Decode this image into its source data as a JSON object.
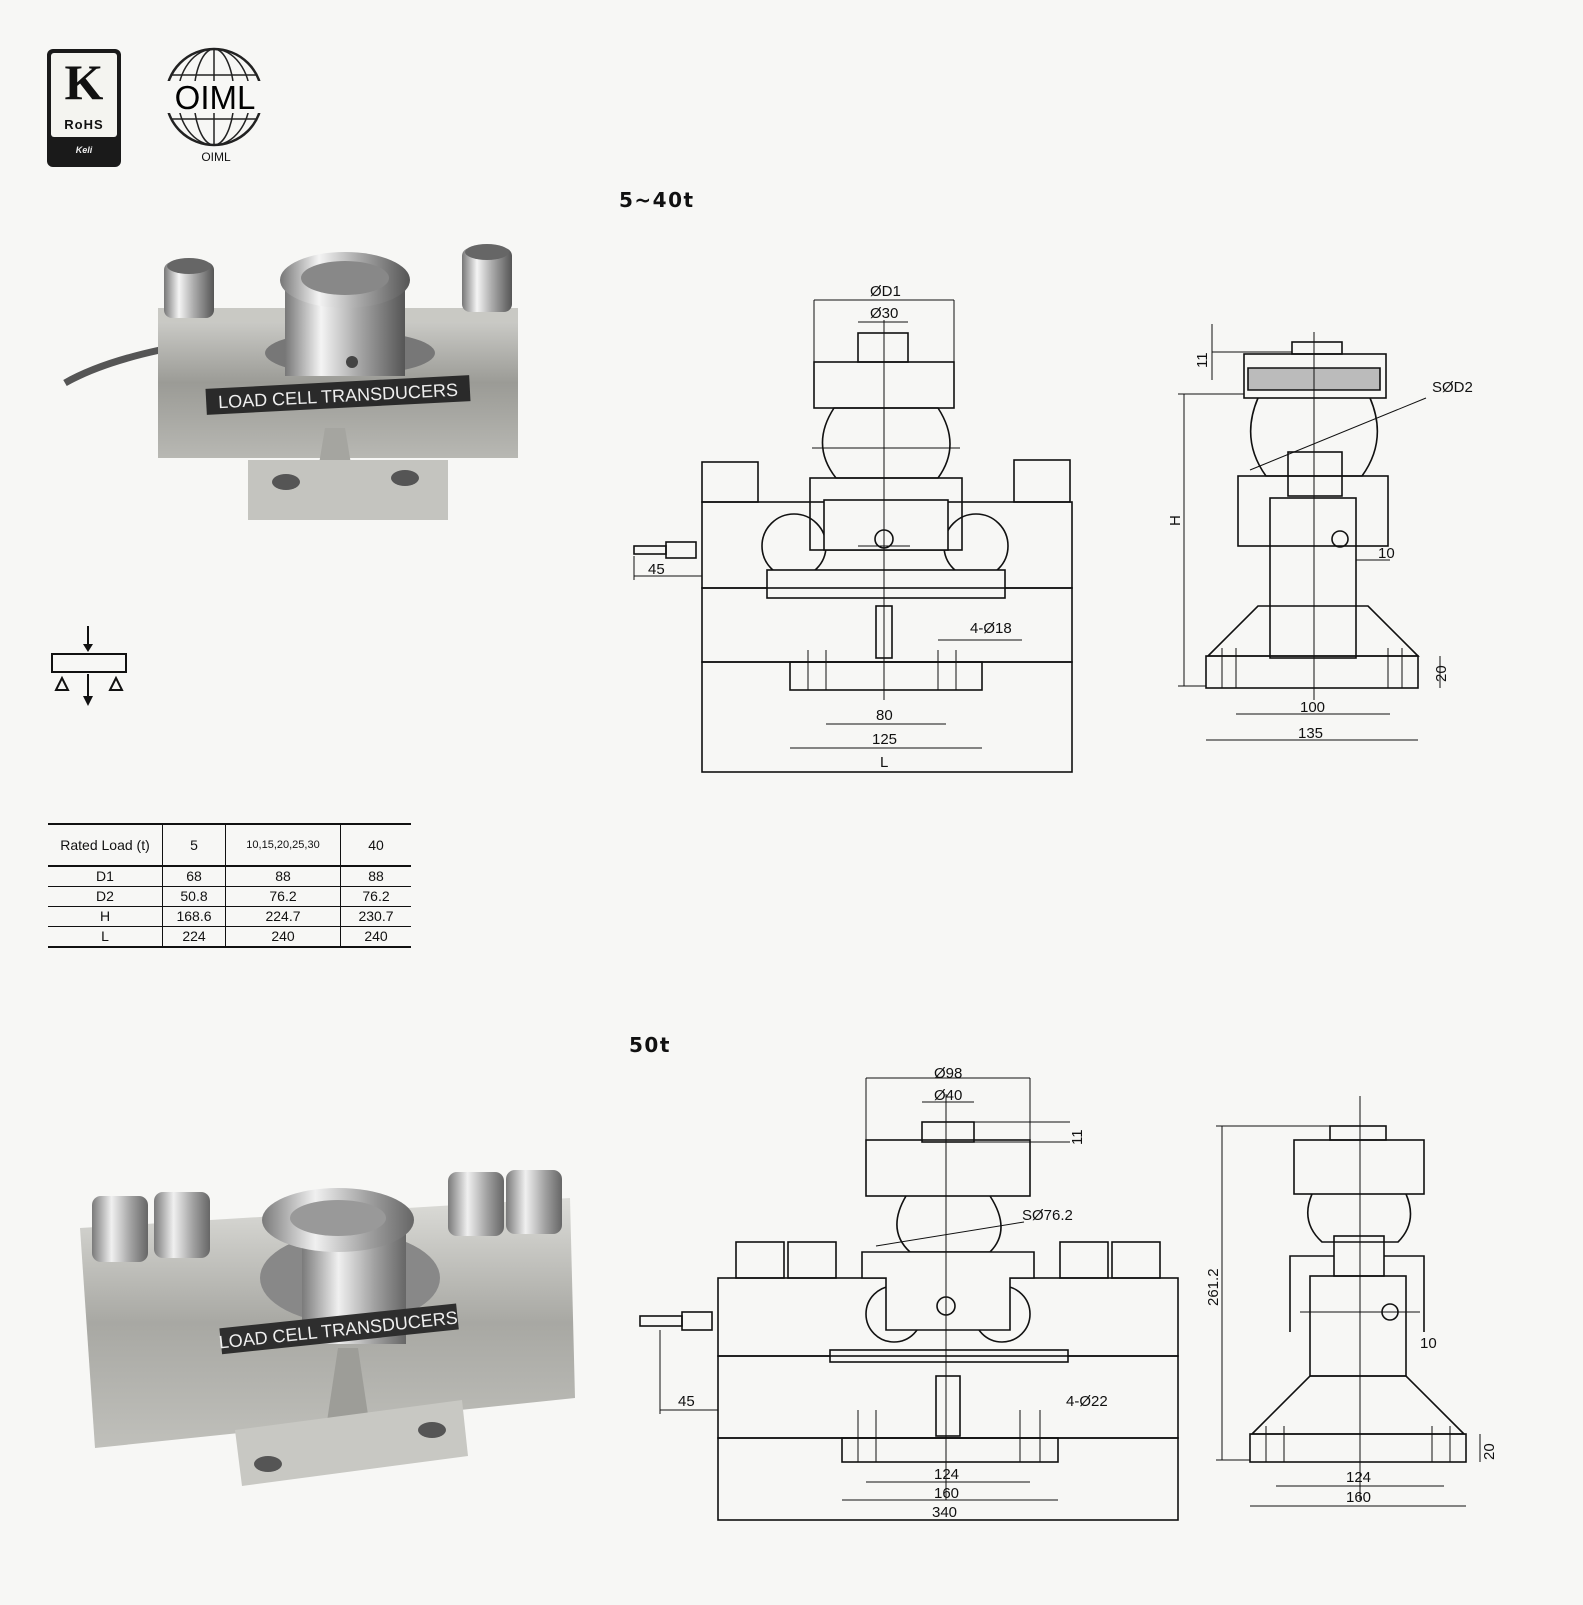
{
  "certifications": {
    "k_mark": {
      "letter": "K",
      "label": "RoHS",
      "brand": "Keli"
    },
    "oiml": {
      "logo_text": "OIML",
      "caption": "OIML"
    }
  },
  "product_photos": [
    {
      "label": "LOAD CELL TRANSDUCERS"
    },
    {
      "label": "LOAD CELL TRANSDUCERS"
    }
  ],
  "sections": [
    {
      "title": "5~40t",
      "dims": {
        "d1": "ØD1",
        "d30": "Ø30",
        "sd2": "SØD2",
        "d45": "45",
        "holes": "4-Ø18",
        "d80": "80",
        "d125": "125",
        "dl": "L",
        "d11": "11",
        "dh": "H",
        "d10": "10",
        "d20": "20",
        "d100": "100",
        "d135": "135"
      }
    },
    {
      "title": "50t",
      "dims": {
        "d98": "Ø98",
        "d40": "Ø40",
        "d11": "11",
        "sd76": "SØ76.2",
        "d45": "45",
        "holes": "4-Ø22",
        "d124": "124",
        "d160": "160",
        "d340": "340",
        "d261": "261.2",
        "d10": "10",
        "d20": "20",
        "s124": "124",
        "s160": "160"
      }
    }
  ],
  "spec_table": {
    "headers": [
      "Rated Load (t)",
      "5",
      "10,15,20,25,30",
      "40"
    ],
    "rows": [
      [
        "D1",
        "68",
        "88",
        "88"
      ],
      [
        "D2",
        "50.8",
        "76.2",
        "76.2"
      ],
      [
        "H",
        "168.6",
        "224.7",
        "230.7"
      ],
      [
        "L",
        "224",
        "240",
        "240"
      ]
    ]
  }
}
